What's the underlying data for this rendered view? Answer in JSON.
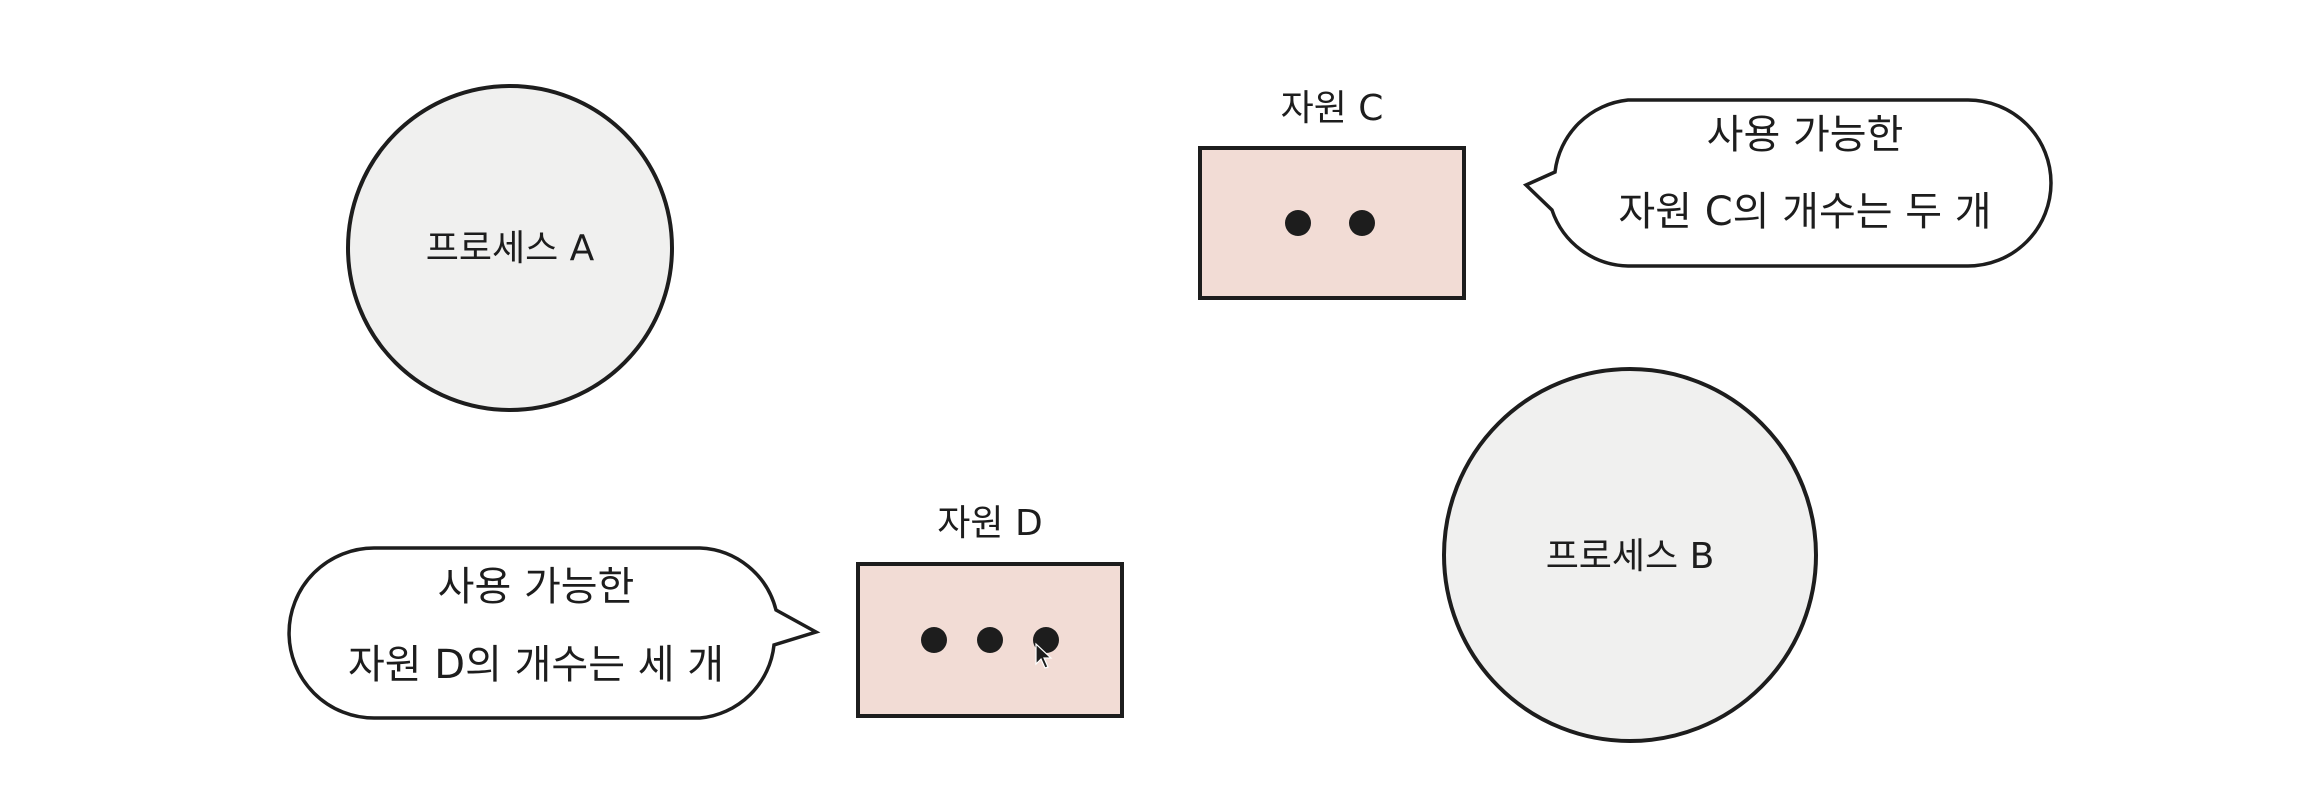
{
  "processes": {
    "a": {
      "label": "프로세스 A"
    },
    "b": {
      "label": "프로세스 B"
    }
  },
  "resources": {
    "c": {
      "label": "자원 C",
      "available": 2
    },
    "d": {
      "label": "자원 D",
      "available": 3
    }
  },
  "bubbles": {
    "c": {
      "line1": "사용 가능한",
      "line2": "자원 C의 개수는 두 개"
    },
    "d": {
      "line1": "사용 가능한",
      "line2": "자원 D의 개수는 세 개"
    }
  },
  "colors": {
    "process_fill": "#f0f0ef",
    "resource_fill": "#f2dcd5",
    "stroke": "#1d1d1d",
    "bubble_fill": "#ffffff"
  }
}
